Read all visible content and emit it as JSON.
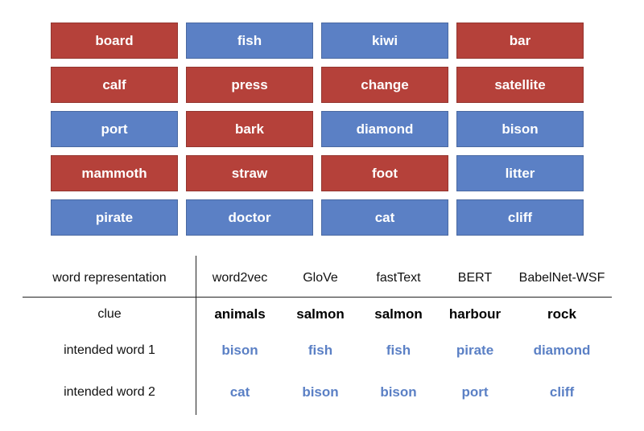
{
  "colors": {
    "red": "#B5413A",
    "blue": "#5B80C5"
  },
  "board": {
    "cards": [
      {
        "word": "board",
        "color": "red"
      },
      {
        "word": "fish",
        "color": "blue"
      },
      {
        "word": "kiwi",
        "color": "blue"
      },
      {
        "word": "bar",
        "color": "red"
      },
      {
        "word": "calf",
        "color": "red"
      },
      {
        "word": "press",
        "color": "red"
      },
      {
        "word": "change",
        "color": "red"
      },
      {
        "word": "satellite",
        "color": "red"
      },
      {
        "word": "port",
        "color": "blue"
      },
      {
        "word": "bark",
        "color": "red"
      },
      {
        "word": "diamond",
        "color": "blue"
      },
      {
        "word": "bison",
        "color": "blue"
      },
      {
        "word": "mammoth",
        "color": "red"
      },
      {
        "word": "straw",
        "color": "red"
      },
      {
        "word": "foot",
        "color": "red"
      },
      {
        "word": "litter",
        "color": "blue"
      },
      {
        "word": "pirate",
        "color": "blue"
      },
      {
        "word": "doctor",
        "color": "blue"
      },
      {
        "word": "cat",
        "color": "blue"
      },
      {
        "word": "cliff",
        "color": "blue"
      }
    ]
  },
  "results": {
    "header_label": "word representation",
    "methods": [
      "word2vec",
      "GloVe",
      "fastText",
      "BERT",
      "BabelNet-WSF"
    ],
    "rows": [
      {
        "label": "clue",
        "values": [
          "animals",
          "salmon",
          "salmon",
          "harbour",
          "rock"
        ]
      },
      {
        "label": "intended word 1",
        "values": [
          "bison",
          "fish",
          "fish",
          "pirate",
          "diamond"
        ]
      },
      {
        "label": "intended word 2",
        "values": [
          "cat",
          "bison",
          "bison",
          "port",
          "cliff"
        ]
      }
    ]
  }
}
